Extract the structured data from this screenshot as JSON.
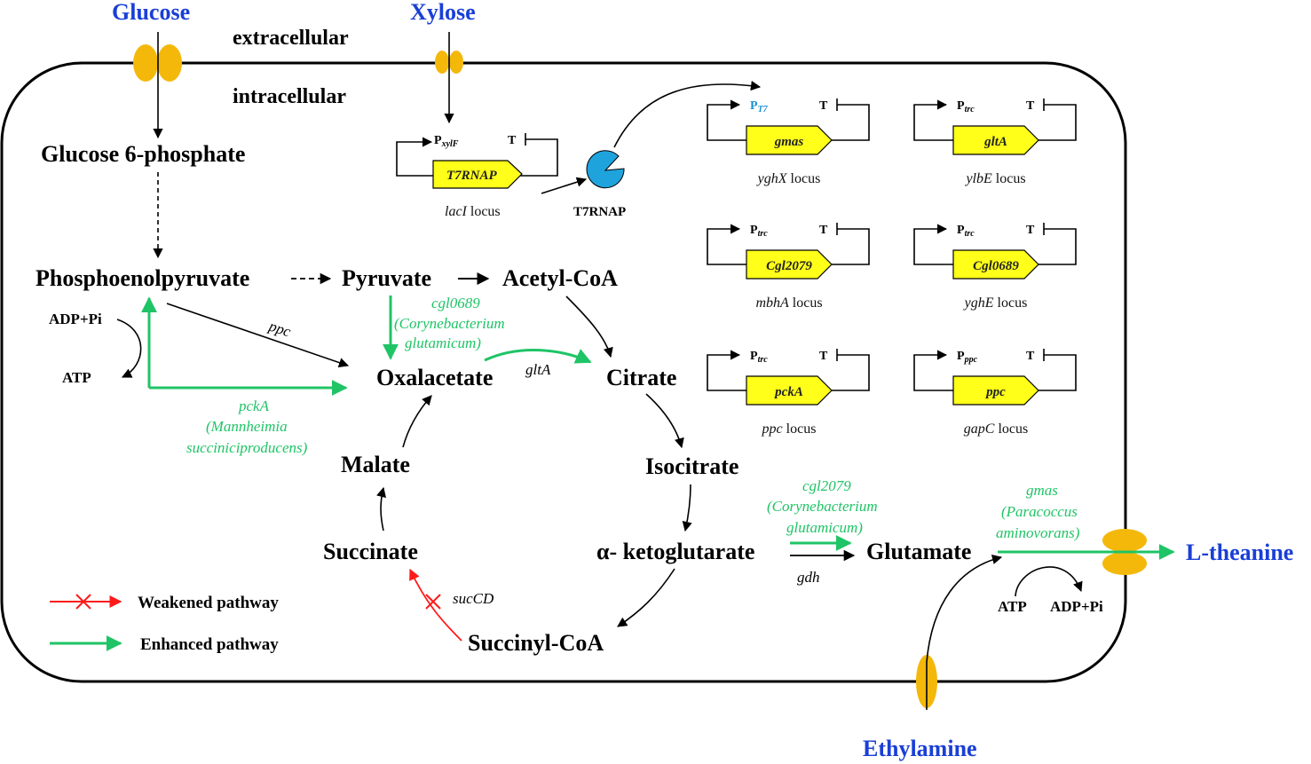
{
  "substrates": {
    "glucose": "Glucose",
    "xylose": "Xylose",
    "ethylamine": "Ethylamine",
    "product": "L-theanine"
  },
  "compartments": {
    "extracellular": "extracellular",
    "intracellular": "intracellular"
  },
  "metabolites": {
    "g6p": "Glucose 6-phosphate",
    "pep": "Phosphoenolpyruvate",
    "pyruvate": "Pyruvate",
    "acetyl_coa": "Acetyl-CoA",
    "oxalacetate": "Oxalacetate",
    "citrate": "Citrate",
    "isocitrate": "Isocitrate",
    "akg": "α- ketoglutarate",
    "glutamate": "Glutamate",
    "succinyl_coa": "Succinyl-CoA",
    "succinate": "Succinate",
    "malate": "Malate",
    "adp_pi_left": "ADP+Pi",
    "atp_left": "ATP",
    "atp_right": "ATP",
    "adp_pi_right": "ADP+Pi"
  },
  "enzymes": {
    "ppc": "ppc",
    "gltA": "gltA",
    "sucCD": "sucCD",
    "gdh": "gdh",
    "cgl0689": "cgl0689",
    "cgl0689_org_1": "(Corynebacterium",
    "cgl0689_org_2": "glutamicum)",
    "pckA": "pckA",
    "pckA_org_1": "(Mannheimia",
    "pckA_org_2": "succiniciproducens)",
    "cgl2079": "cgl2079",
    "cgl2079_org_1": "(Corynebacterium",
    "cgl2079_org_2": "glutamicum)",
    "gmas": "gmas",
    "gmas_org_1": "(Paracoccus",
    "gmas_org_2": "aminovorans)"
  },
  "t7rnap": {
    "gene": "T7RNAP",
    "promoter_main": "P",
    "promoter_sub": "xylF",
    "terminator": "T",
    "locus_gene": "lacI",
    "locus_word": "locus",
    "protein": "T7RNAP"
  },
  "cassettes": [
    {
      "gene": "gmas",
      "promoter_main": "P",
      "promoter_sub": "T7",
      "terminator": "T",
      "locus_gene": "yghX",
      "locus_word": "locus"
    },
    {
      "gene": "gltA",
      "promoter_main": "P",
      "promoter_sub": "trc",
      "terminator": "T",
      "locus_gene": "ylbE",
      "locus_word": "locus"
    },
    {
      "gene": "Cgl2079",
      "promoter_main": "P",
      "promoter_sub": "trc",
      "terminator": "T",
      "locus_gene": "mbhA",
      "locus_word": "locus"
    },
    {
      "gene": "Cgl0689",
      "promoter_main": "P",
      "promoter_sub": "trc",
      "terminator": "T",
      "locus_gene": "yghE",
      "locus_word": "locus"
    },
    {
      "gene": "pckA",
      "promoter_main": "P",
      "promoter_sub": "trc",
      "terminator": "T",
      "locus_gene": "ppc",
      "locus_word": "locus"
    },
    {
      "gene": "ppc",
      "promoter_main": "P",
      "promoter_sub": "ppc",
      "terminator": "T",
      "locus_gene": "gapC",
      "locus_word": "locus"
    }
  ],
  "legend": {
    "weakened": "Weakened pathway",
    "enhanced": "Enhanced pathway"
  },
  "colors": {
    "enhanced": "#1fc466",
    "weakened": "#ff1a1a",
    "substrate_label": "#1a3fd6",
    "gene_box": "#ffff1a",
    "transporter": "#f3b80a",
    "t7_protein": "#1fa3dd",
    "t7_promoter_text": "#1a8fd6"
  }
}
